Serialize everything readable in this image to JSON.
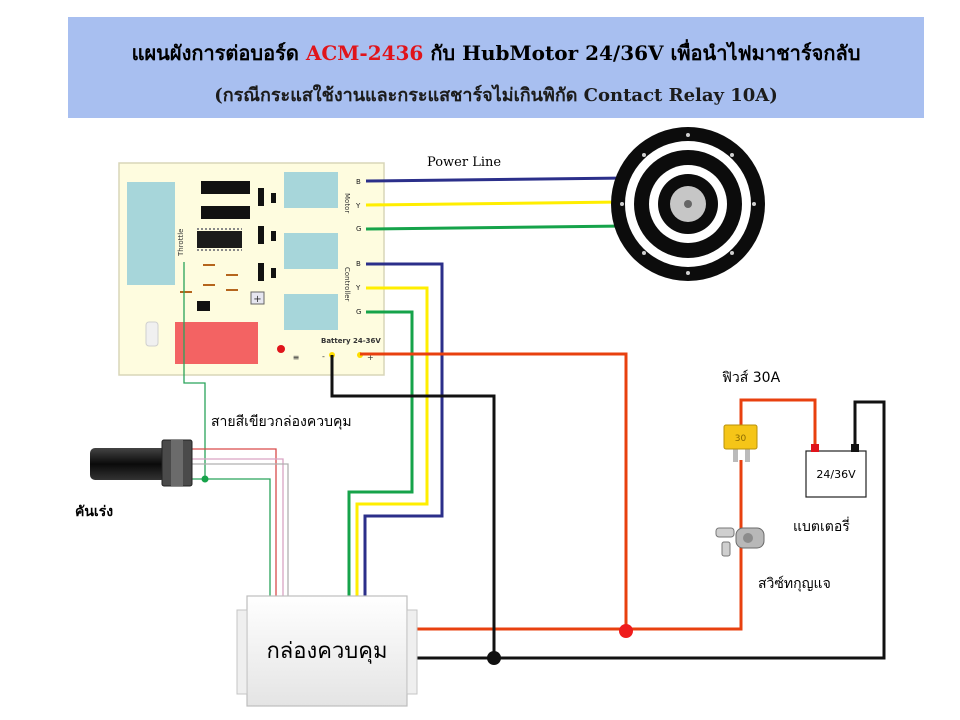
{
  "title": {
    "prefix": "แผนผังการต่อบอร์ด ",
    "model": "ACM-2436",
    "suffix": " กับ HubMotor 24/36V  เพื่อนำไฟมาชาร์จกลับ",
    "subtitle": "(กรณีกระแสใช้งานและกระแสชาร์จไม่เกินพิกัด Contact Relay 10A)"
  },
  "board": {
    "motor_label": "Motor",
    "controller_label": "Controller",
    "throttle_label": "Throttle",
    "battery_label": "Battery 24-36V",
    "minus": "-",
    "plus": "+",
    "pins": [
      "B",
      "Y",
      "G"
    ]
  },
  "labels": {
    "power_line": "Power Line",
    "green_wire": "สายสีเขียวกล่องควบคุม",
    "throttle": "คันเร่ง",
    "fuse": "ฟิวส์ 30A",
    "battery_voltage": "24/36V",
    "battery": "แบตเตอรี่",
    "key_switch": "สวิซ์ทกุญแจ",
    "controller_box": "กล่องควบคุม"
  },
  "colors": {
    "banner": "#a8bff0",
    "title_accent": "#e0141b",
    "wire_blue": "#2b2f8a",
    "wire_yellow": "#ffee00",
    "wire_green": "#16a34a",
    "wire_red": "#e8400f",
    "wire_black": "#111111"
  }
}
